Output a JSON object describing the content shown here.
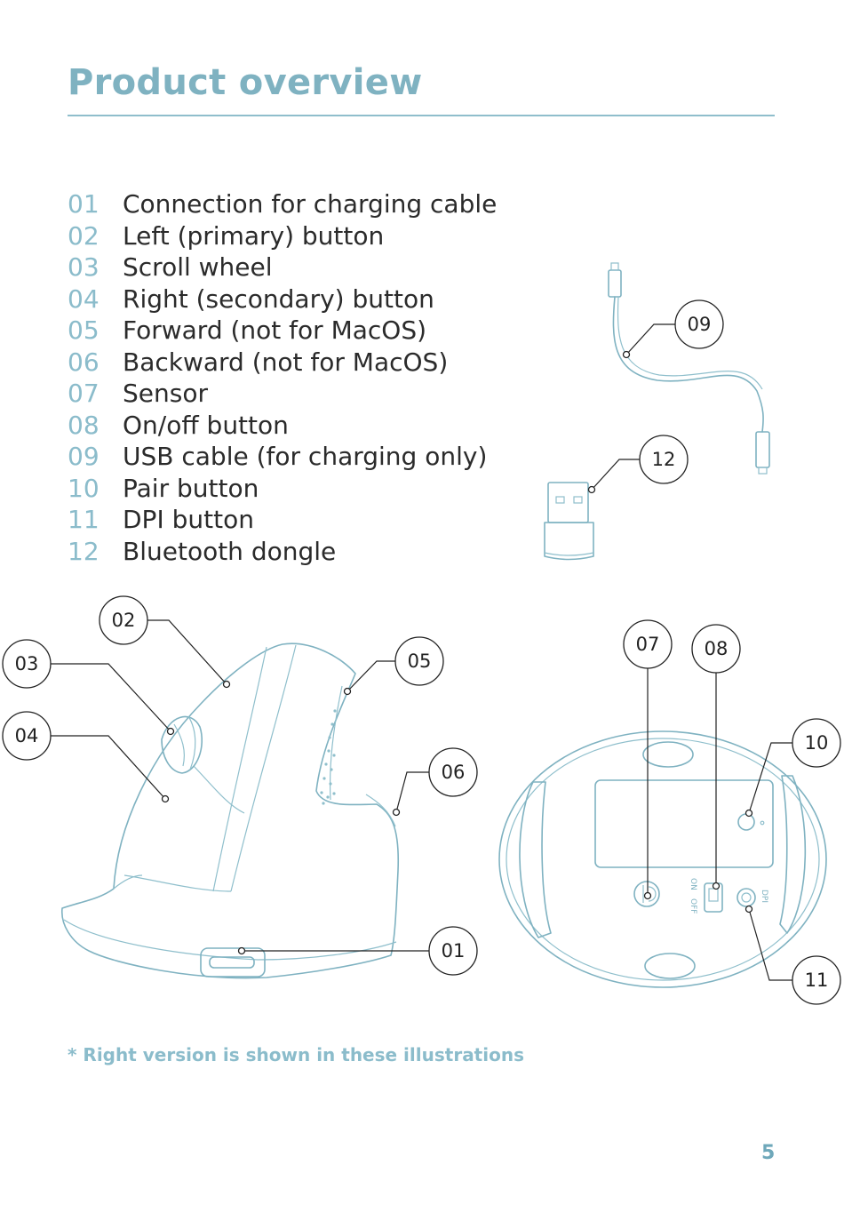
{
  "page": {
    "title": "Product overview",
    "note": "* Right version is shown in these illustrations",
    "page_number": "5"
  },
  "parts": [
    {
      "num": "01",
      "label": "Connection for charging cable"
    },
    {
      "num": "02",
      "label": "Left (primary) button"
    },
    {
      "num": "03",
      "label": "Scroll wheel"
    },
    {
      "num": "04",
      "label": "Right (secondary) button"
    },
    {
      "num": "05",
      "label": "Forward (not for MacOS)"
    },
    {
      "num": "06",
      "label": "Backward (not for MacOS)"
    },
    {
      "num": "07",
      "label": "Sensor"
    },
    {
      "num": "08",
      "label": "On/off button"
    },
    {
      "num": "09",
      "label": "USB cable (for charging only)"
    },
    {
      "num": "10",
      "label": "Pair button"
    },
    {
      "num": "11",
      "label": "DPI button"
    },
    {
      "num": "12",
      "label": "Bluetooth dongle"
    }
  ],
  "bottom_labels": {
    "on": "ON",
    "off": "OFF",
    "dpi": "DPI"
  },
  "colors": {
    "accent": "#7fb2c1",
    "text": "#2b2b2b",
    "callout": "#222222"
  }
}
